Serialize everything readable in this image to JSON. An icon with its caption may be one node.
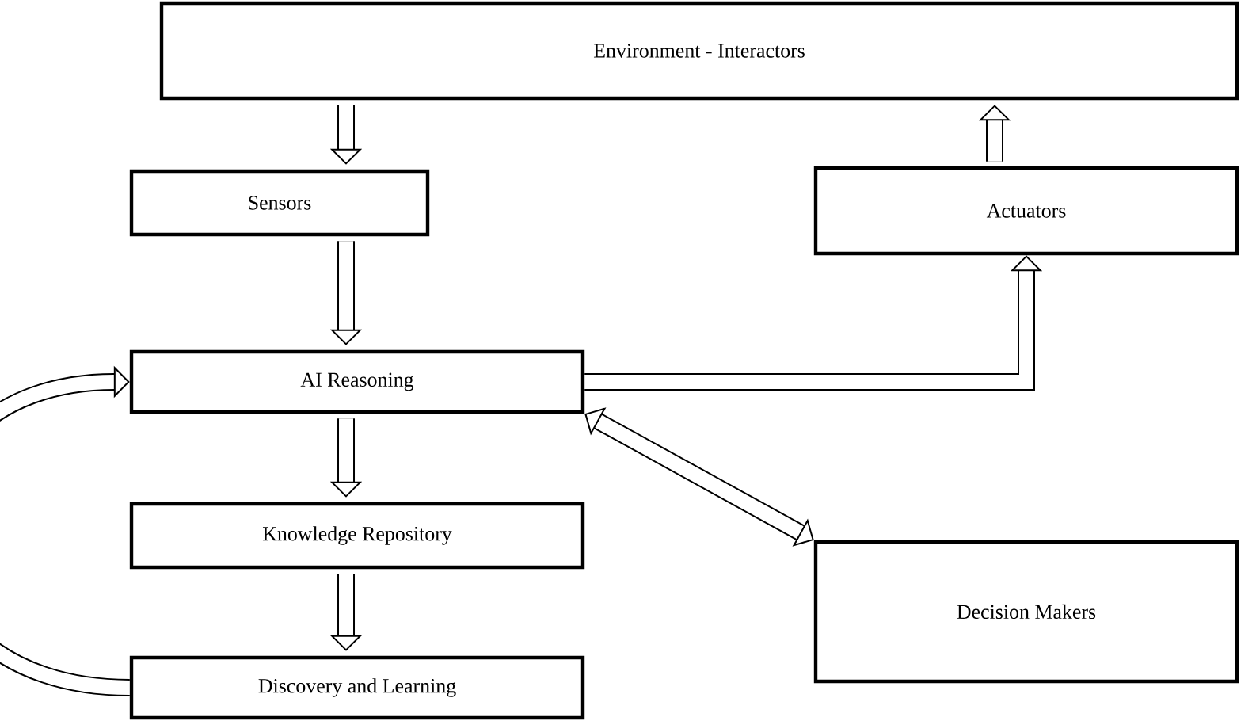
{
  "diagram": {
    "nodes": [
      {
        "text": [
          "Environment - Interactors"
        ]
      },
      {
        "text": [
          "Sensors"
        ]
      },
      {
        "text": [
          "Actuators"
        ]
      },
      {
        "text": [
          "AI Reasoning"
        ]
      },
      {
        "text": [
          "Knowledge Repository"
        ]
      },
      {
        "text": [
          "Discovery and Learning"
        ]
      },
      {
        "text": [
          "Decision Makers"
        ]
      }
    ],
    "edges": [
      {
        "from": 0,
        "to": 1,
        "arrow": "to"
      },
      {
        "from": 1,
        "to": 3,
        "arrow": "to"
      },
      {
        "from": 3,
        "to": 4,
        "arrow": "to"
      },
      {
        "from": 4,
        "to": 5,
        "arrow": "to"
      },
      {
        "from": 3,
        "to": 2,
        "arrow": "to"
      },
      {
        "from": 2,
        "to": 0,
        "arrow": "to"
      },
      {
        "from": 3,
        "to": 6,
        "arrow": "both"
      },
      {
        "from": 5,
        "to": 3,
        "arrow": "to"
      }
    ]
  }
}
